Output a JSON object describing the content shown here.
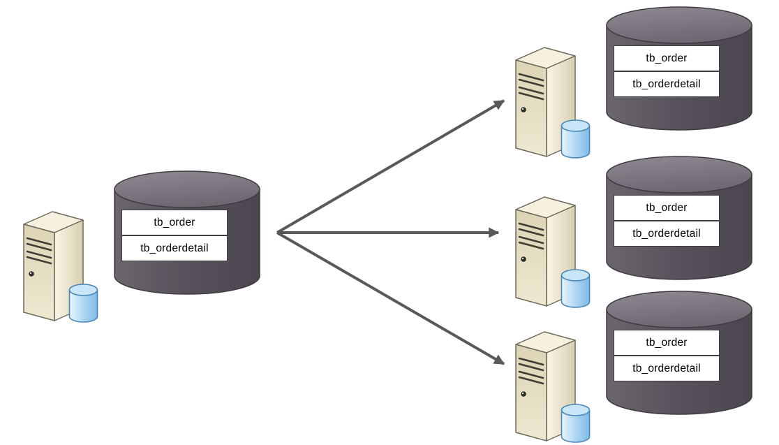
{
  "diagram": {
    "source": {
      "tables": [
        "tb_order",
        "tb_orderdetail"
      ]
    },
    "targets": [
      {
        "tables": [
          "tb_order",
          "tb_orderdetail"
        ]
      },
      {
        "tables": [
          "tb_order",
          "tb_orderdetail"
        ]
      },
      {
        "tables": [
          "tb_order",
          "tb_orderdetail"
        ]
      }
    ],
    "colors": {
      "database_body": "#57515A",
      "database_top": "#7B757D",
      "server_body": "#EDE5CC",
      "disk_blue": "#9CCEF0",
      "arrow": "#595959",
      "label_background": "#FFFFFF",
      "label_border": "#3D3D3D",
      "label_text": "#000000"
    }
  }
}
